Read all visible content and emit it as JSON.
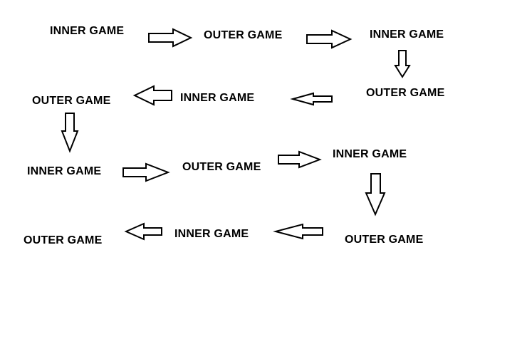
{
  "diagram": {
    "nodes": [
      {
        "id": "n1",
        "label": "INNER GAME"
      },
      {
        "id": "n2",
        "label": "OUTER GAME"
      },
      {
        "id": "n3",
        "label": "INNER GAME"
      },
      {
        "id": "n4",
        "label": "OUTER GAME"
      },
      {
        "id": "n5",
        "label": "INNER GAME"
      },
      {
        "id": "n6",
        "label": "OUTER GAME"
      },
      {
        "id": "n7",
        "label": "INNER GAME"
      },
      {
        "id": "n8",
        "label": "OUTER GAME"
      },
      {
        "id": "n9",
        "label": "INNER GAME"
      },
      {
        "id": "n10",
        "label": "OUTER GAME"
      },
      {
        "id": "n11",
        "label": "INNER GAME"
      },
      {
        "id": "n12",
        "label": "OUTER GAME"
      }
    ],
    "edges": [
      {
        "from": "n1",
        "to": "n2",
        "direction": "right"
      },
      {
        "from": "n2",
        "to": "n3",
        "direction": "right"
      },
      {
        "from": "n3",
        "to": "n4",
        "direction": "down"
      },
      {
        "from": "n4",
        "to": "n5",
        "direction": "left"
      },
      {
        "from": "n5",
        "to": "n6",
        "direction": "left"
      },
      {
        "from": "n6",
        "to": "n7",
        "direction": "down"
      },
      {
        "from": "n7",
        "to": "n8",
        "direction": "right"
      },
      {
        "from": "n8",
        "to": "n9",
        "direction": "right"
      },
      {
        "from": "n9",
        "to": "n10",
        "direction": "down"
      },
      {
        "from": "n10",
        "to": "n11",
        "direction": "left"
      },
      {
        "from": "n11",
        "to": "n12",
        "direction": "left"
      }
    ],
    "colors": {
      "text": "#000000",
      "arrow_stroke": "#000000",
      "arrow_fill": "#ffffff",
      "background": "#ffffff"
    }
  }
}
